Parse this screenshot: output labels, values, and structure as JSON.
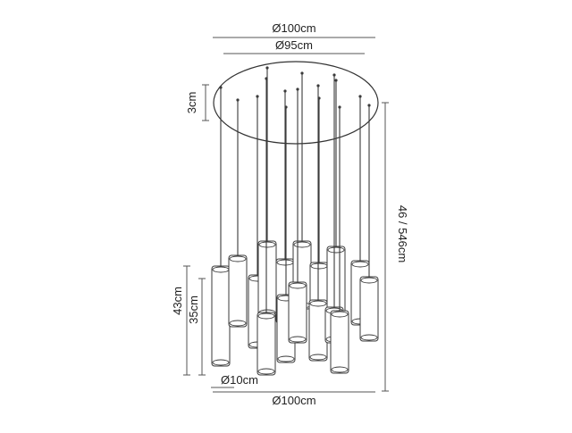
{
  "dimensions": {
    "canopy_outer_diameter": "Ø100cm",
    "canopy_inner_diameter": "Ø95cm",
    "canopy_thickness": "3cm",
    "total_height": "46 / 546cm",
    "pendant_total_length": "43cm",
    "pendant_shade_length": "35cm",
    "pendant_diameter": "Ø10cm",
    "cluster_diameter": "Ø100cm"
  },
  "colors": {
    "line": "#3a3a3a",
    "dim_line": "#555555",
    "text": "#222222"
  }
}
